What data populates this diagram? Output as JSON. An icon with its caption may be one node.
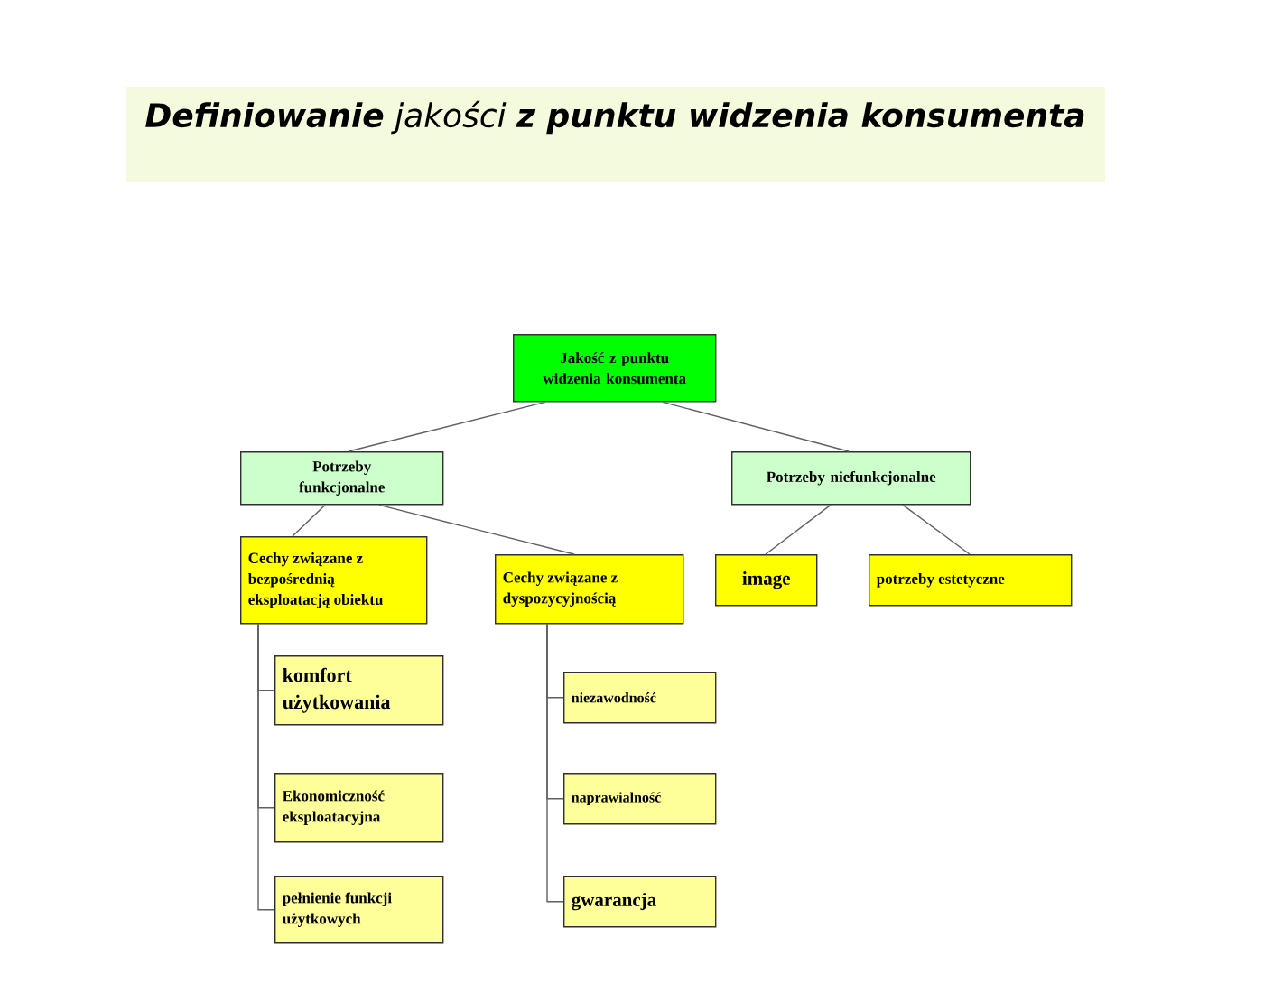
{
  "diagram": {
    "title": "**Definiowanie** jakości  **z punktu widzenia konsumenta**",
    "nodes": [
      {
        "text": [
          "Jakość z punktu widzenia konsumenta"
        ]
      },
      {
        "text": [
          "Potrzeby funkcjonalne"
        ]
      },
      {
        "text": [
          "Potrzeby niefunkcjonalne"
        ]
      },
      {
        "text": [
          "Cechy związane z bezpośrednią eksploatacją obiektu"
        ]
      },
      {
        "text": [
          "Cechy związane z dyspozycyjnością"
        ]
      },
      {
        "text": [
          "image"
        ]
      },
      {
        "text": [
          "potrzeby estetyczne"
        ]
      },
      {
        "text": [
          "komfort użytkowania"
        ]
      },
      {
        "text": [
          "Ekonomiczność eksploatacyjna"
        ]
      },
      {
        "text": [
          "pełnienie funkcji użytkowych"
        ]
      },
      {
        "text": [
          "niezawodność"
        ]
      },
      {
        "text": [
          "naprawialność"
        ]
      },
      {
        "text": [
          "gwarancja"
        ]
      }
    ],
    "edges": [
      {
        "from": 0,
        "to": 1,
        "arrow": "none"
      },
      {
        "from": 0,
        "to": 2,
        "arrow": "none"
      },
      {
        "from": 1,
        "to": 3,
        "arrow": "none"
      },
      {
        "from": 1,
        "to": 4,
        "arrow": "none"
      },
      {
        "from": 2,
        "to": 5,
        "arrow": "none"
      },
      {
        "from": 2,
        "to": 6,
        "arrow": "none"
      },
      {
        "from": 3,
        "to": 7,
        "arrow": "none"
      },
      {
        "from": 3,
        "to": 8,
        "arrow": "none"
      },
      {
        "from": 3,
        "to": 9,
        "arrow": "none"
      },
      {
        "from": 4,
        "to": 10,
        "arrow": "none"
      },
      {
        "from": 4,
        "to": 11,
        "arrow": "none"
      },
      {
        "from": 4,
        "to": 12,
        "arrow": "none"
      }
    ]
  }
}
